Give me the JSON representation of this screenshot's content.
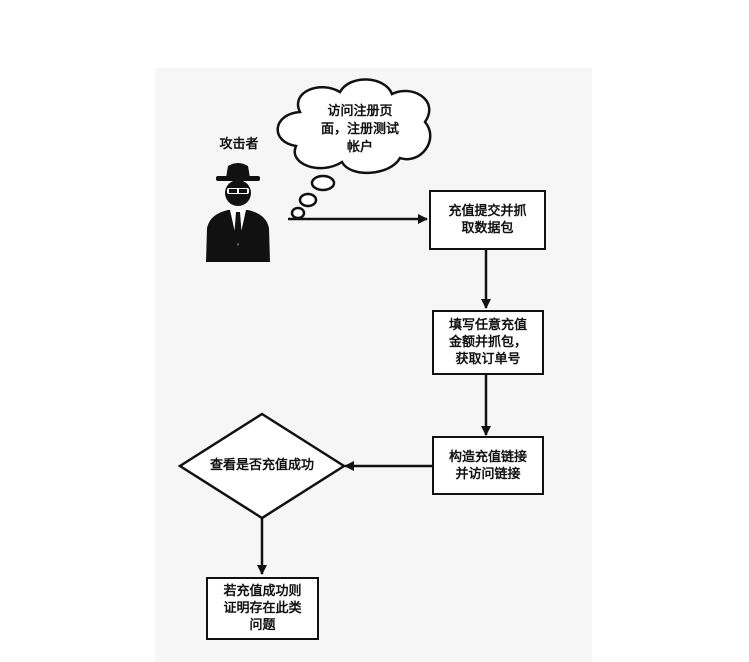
{
  "attacker": {
    "label": "攻击者"
  },
  "thought": {
    "lines": [
      "访问注册页",
      "面，注册测试",
      "帐户"
    ]
  },
  "steps": {
    "step1": {
      "lines": [
        "充值提交并抓",
        "取数据包"
      ]
    },
    "step2": {
      "lines": [
        "填写任意充值",
        "金额并抓包，",
        "获取订单号"
      ]
    },
    "step3": {
      "lines": [
        "构造充值链接",
        "并访问链接"
      ]
    },
    "decision": {
      "label": "查看是否充值成功"
    },
    "result": {
      "lines": [
        "若充值成功则",
        "证明存在此类",
        "问题"
      ]
    }
  },
  "colors": {
    "line": "#111111",
    "panel": "#f6f6f6",
    "background": "#ffffff"
  }
}
